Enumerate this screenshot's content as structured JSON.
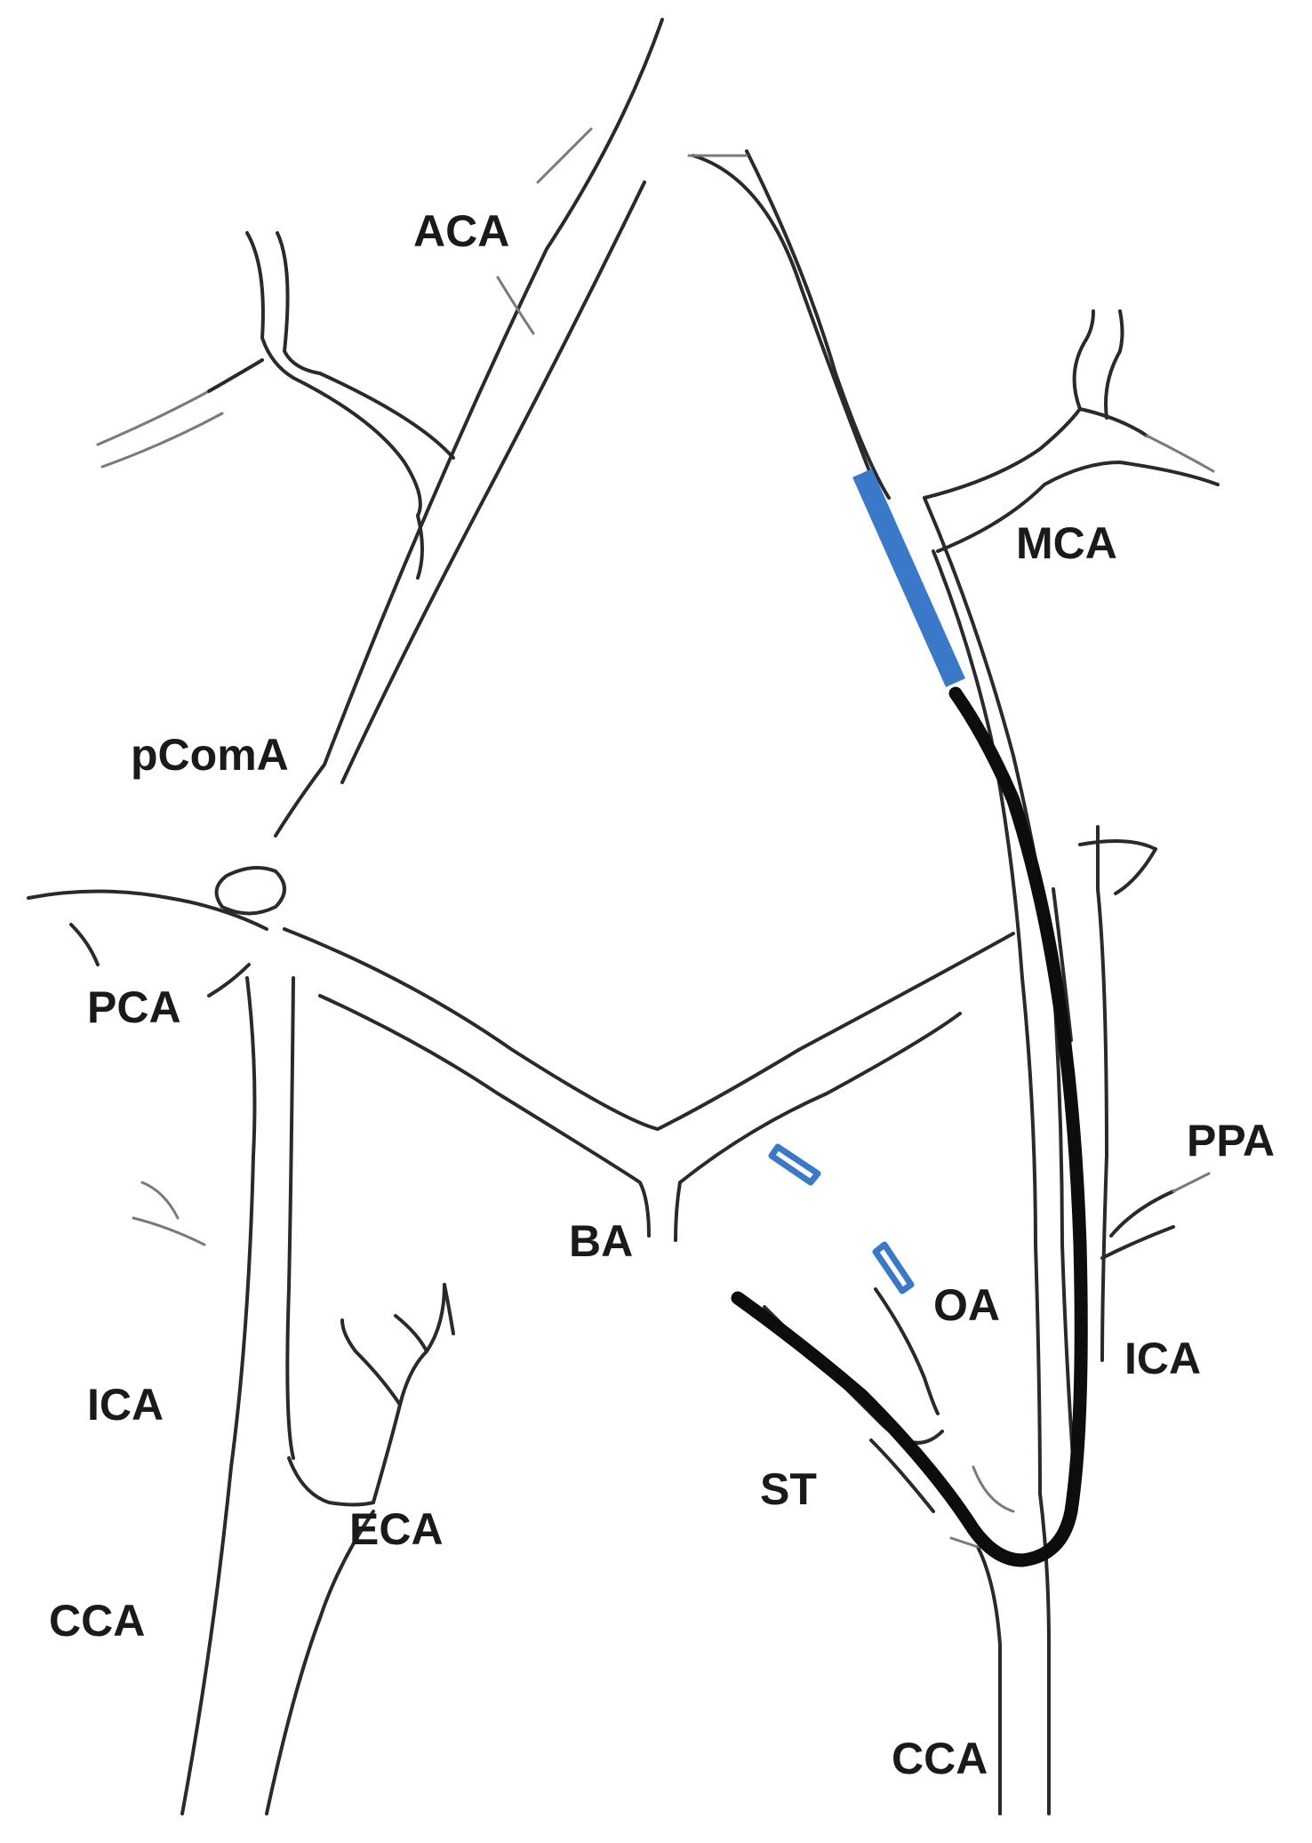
{
  "labels": {
    "aca": "ACA",
    "mca": "MCA",
    "pcoma": "pComA",
    "pca": "PCA",
    "ppa": "PPA",
    "ba": "BA",
    "oa": "OA",
    "ica_right": "ICA",
    "ica_left": "ICA",
    "st": "ST",
    "eca": "ECA",
    "cca_left": "CCA",
    "cca_bottom": "CCA"
  },
  "colors": {
    "filament_tip": "#3a78c8",
    "catheter": "#0d0d0d",
    "vessel_outline": "#2a2a2a"
  }
}
